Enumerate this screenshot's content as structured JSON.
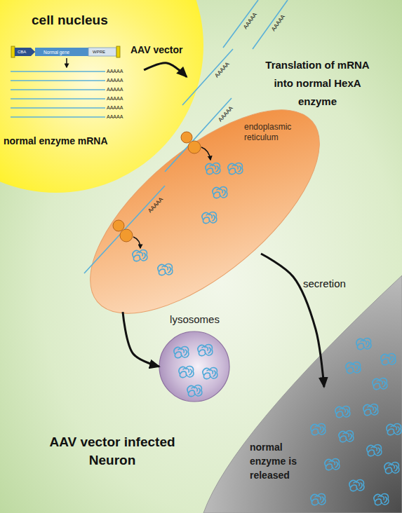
{
  "diagram": {
    "nodes": [
      {
        "text": [
          "AAV vector infected Neuron"
        ]
      },
      {
        "text": [
          "cell nucleus",
          "normal enzyme mRNA"
        ],
        "in": 0
      },
      {
        "text": [
          "endoplasmic reticulum"
        ],
        "in": 0
      },
      {
        "text": [
          "lysosomes"
        ],
        "in": 0
      },
      {
        "text": [
          "normal enzyme is released"
        ]
      }
    ],
    "edges": [
      {
        "from": 1,
        "to": 2,
        "arrow": "to"
      },
      {
        "from": 2,
        "to": 3,
        "arrow": "to"
      },
      {
        "from": 2,
        "to": 4,
        "label": "secretion",
        "arrow": "to"
      }
    ],
    "labels": [
      "AAV vector",
      "CBA",
      "Normal gene",
      "WPRE",
      "Translation of mRNA into normal HexA enzyme",
      "AAAAA",
      "AAAAA",
      "AAAAA",
      "AAAAA",
      "AAAAA",
      "AAAAA",
      "AAAAA",
      "AAAAA",
      "AAAAA",
      "AAAAA",
      "AAAAA"
    ]
  }
}
